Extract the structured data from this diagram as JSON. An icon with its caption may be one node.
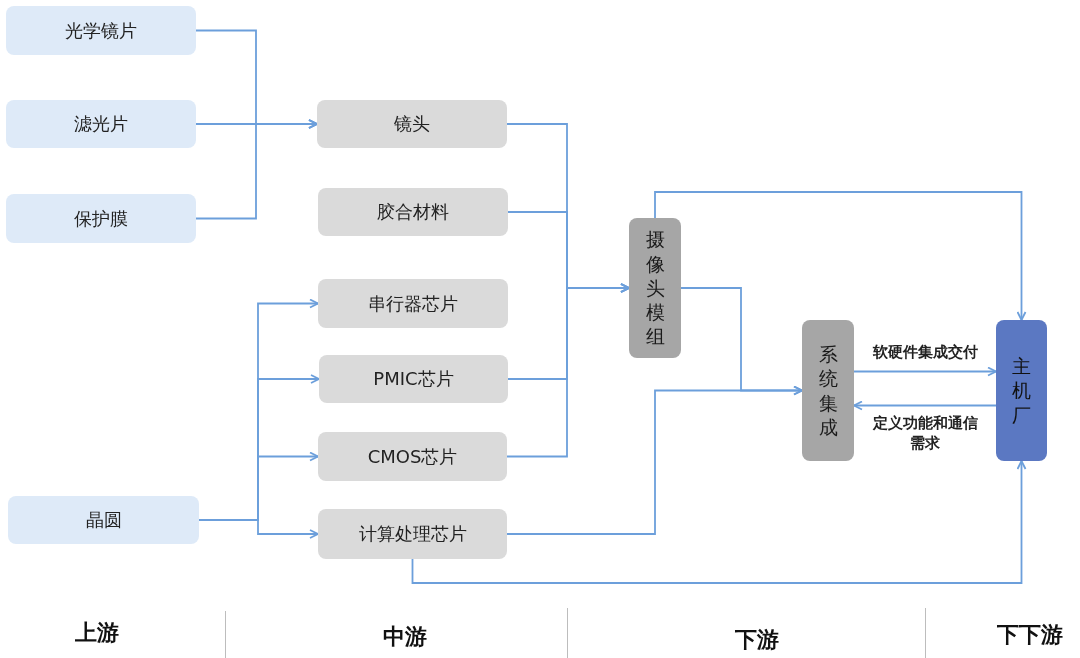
{
  "diagram": {
    "nodes": [
      {
        "text": [
          "光学镜片"
        ]
      },
      {
        "text": [
          "滤光片"
        ]
      },
      {
        "text": [
          "保护膜"
        ]
      },
      {
        "text": [
          "晶圆"
        ]
      },
      {
        "text": [
          "镜头"
        ]
      },
      {
        "text": [
          "胶合材料"
        ]
      },
      {
        "text": [
          "串行器芯片"
        ]
      },
      {
        "text": [
          "PMIC芯片"
        ]
      },
      {
        "text": [
          "CMOS芯片"
        ]
      },
      {
        "text": [
          "计算处理芯片"
        ]
      },
      {
        "text": [
          "摄像头模组"
        ]
      },
      {
        "text": [
          "系统集成"
        ]
      },
      {
        "text": [
          "主机厂"
        ]
      }
    ],
    "edges": [
      {
        "from": 0,
        "to": 4,
        "arrow": "to"
      },
      {
        "from": 1,
        "to": 4,
        "arrow": "to"
      },
      {
        "from": 2,
        "to": 4,
        "arrow": "to"
      },
      {
        "from": 3,
        "to": 6,
        "arrow": "to"
      },
      {
        "from": 3,
        "to": 7,
        "arrow": "to"
      },
      {
        "from": 3,
        "to": 8,
        "arrow": "to"
      },
      {
        "from": 3,
        "to": 9,
        "arrow": "to"
      },
      {
        "from": 4,
        "to": 10,
        "arrow": "to"
      },
      {
        "from": 5,
        "to": 10,
        "arrow": "to"
      },
      {
        "from": 7,
        "to": 10,
        "arrow": "to"
      },
      {
        "from": 8,
        "to": 10,
        "arrow": "to"
      },
      {
        "from": 10,
        "to": 12,
        "arrow": "to"
      },
      {
        "from": 10,
        "to": 11,
        "arrow": "to"
      },
      {
        "from": 9,
        "to": 11,
        "arrow": "to"
      },
      {
        "from": 9,
        "to": 12,
        "arrow": "to"
      },
      {
        "from": 11,
        "to": 12,
        "arrow": "to",
        "label": "软硬件集成交付"
      },
      {
        "from": 12,
        "to": 11,
        "arrow": "to",
        "label": "定义功能和通信需求"
      }
    ],
    "labels": [
      "上游",
      "中游",
      "下游",
      "下下游"
    ]
  }
}
